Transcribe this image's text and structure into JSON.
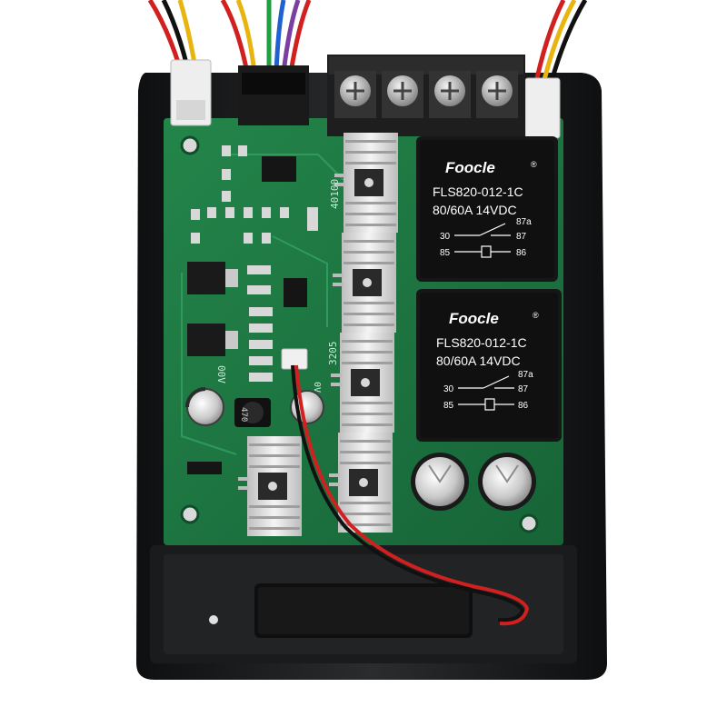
{
  "colors": {
    "background": "#ffffff",
    "enclosure": "#1b1d1e",
    "pcb": "#1f7a43",
    "pcb_dark": "#16613a",
    "relay_body": "#151515",
    "relay_text": "#ffffff",
    "heatsink": "#e4e4e4",
    "terminal": "#2a2a2a",
    "screw": "#c8c8c8",
    "wire_red": "#d0201f",
    "wire_black": "#111111"
  },
  "relays": [
    {
      "brand": "Foocle",
      "registered": "®",
      "model": "FLS820-012-1C",
      "rating": "80/60A  14VDC",
      "pins": {
        "p87a": "87a",
        "p30": "30",
        "p87": "87",
        "p85": "85",
        "p86": "86"
      }
    },
    {
      "brand": "Foocle",
      "registered": "®",
      "model": "FLS820-012-1C",
      "rating": "80/60A  14VDC",
      "pins": {
        "p87a": "87a",
        "p30": "30",
        "p87": "87",
        "p85": "85",
        "p86": "86"
      }
    }
  ],
  "silkscreen": {
    "top_label": "40100",
    "mid_label": "3205",
    "left_label": "00V",
    "cap_label": "0V",
    "inductor_label": "470"
  },
  "icons": {
    "screw": "phillips-screw-icon",
    "capacitor": "electrolytic-capacitor-icon"
  }
}
